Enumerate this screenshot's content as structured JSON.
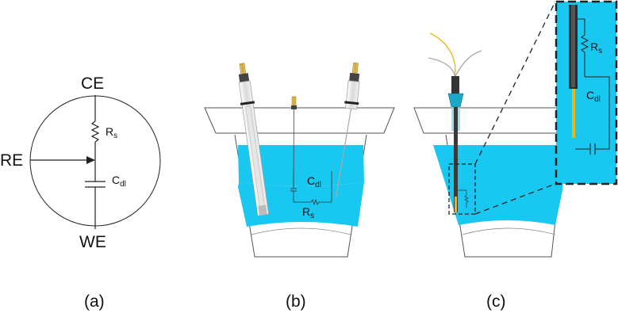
{
  "panel_a": {
    "caption": "(a)",
    "ce": "CE",
    "re": "RE",
    "we": "WE",
    "rs_main": "R",
    "rs_sub": "s",
    "cdl_main": "C",
    "cdl_sub": "dl"
  },
  "panel_b": {
    "caption": "(b)",
    "cdl_main": "C",
    "cdl_sub": "dl",
    "rs_main": "R",
    "rs_sub": "s"
  },
  "panel_c": {
    "caption": "(c)",
    "rs_main": "R",
    "rs_sub": "s",
    "cdl_main": "C",
    "cdl_sub": "dl"
  },
  "colors": {
    "electrolyte": "#19c8f0",
    "inset_border": "#222222",
    "wire_yellow": "#e8b810",
    "wire_gray": "#999999",
    "electrode_dark": "#2b2b2b"
  }
}
